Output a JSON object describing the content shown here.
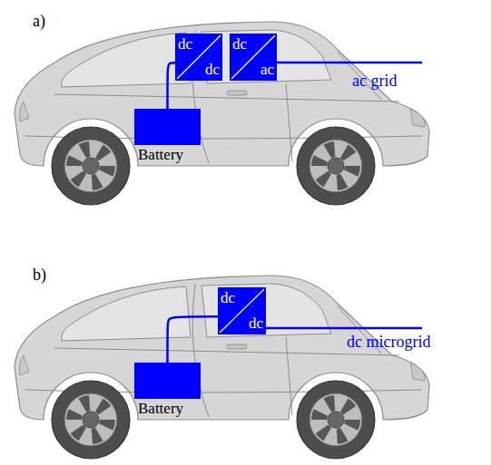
{
  "diagram": {
    "nodes": [
      {
        "text": [
          "Battery"
        ]
      },
      {
        "text": [
          "dc",
          "dc"
        ]
      },
      {
        "text": [
          "dc",
          "ac"
        ]
      },
      {
        "text": [
          "Battery"
        ]
      },
      {
        "text": [
          "dc",
          "dc"
        ]
      }
    ],
    "edges": [
      {
        "from": 0,
        "to": 1,
        "arrow": "none"
      },
      {
        "from": 3,
        "to": 4,
        "arrow": "none"
      }
    ],
    "labels": [
      "a)",
      "ac grid",
      "b)",
      "dc microgrid"
    ]
  }
}
